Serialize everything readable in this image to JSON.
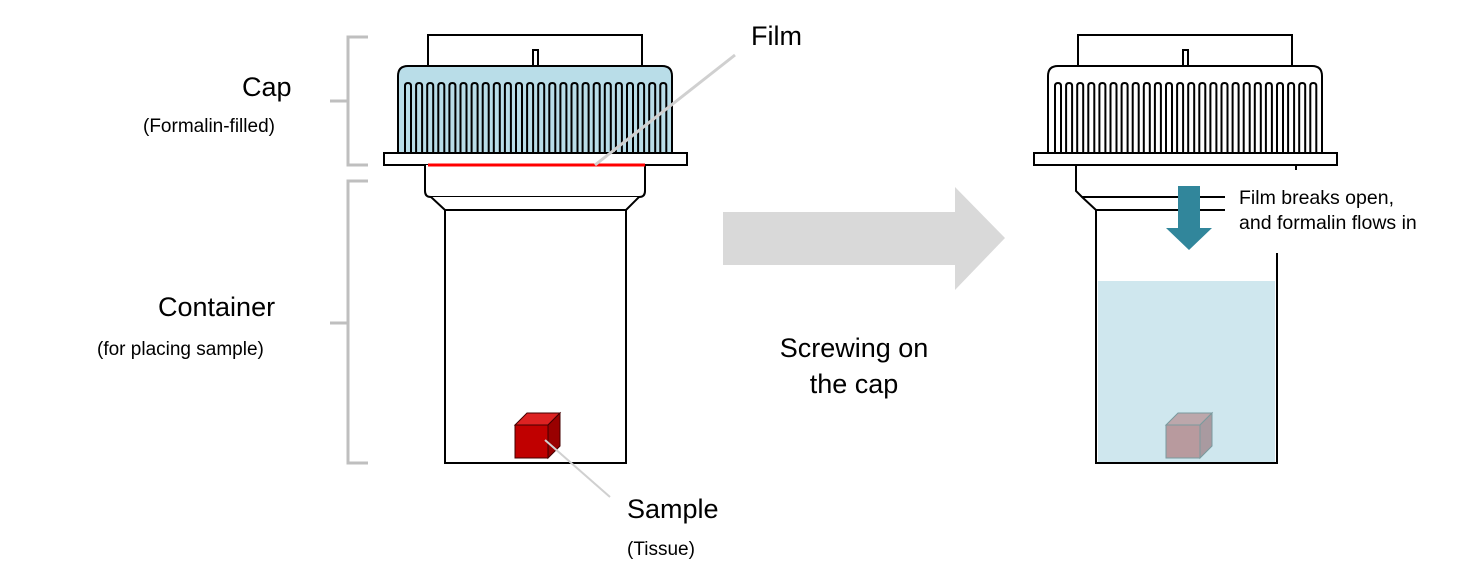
{
  "labels": {
    "cap": "Cap",
    "cap_note": "(Formalin-filled)",
    "container": "Container",
    "container_note": "(for placing sample)",
    "film": "Film",
    "sample": "Sample",
    "sample_note": "(Tissue)",
    "action_line1": "Screwing on",
    "action_line2": "the cap",
    "result_line1": "Film breaks open,",
    "result_line2": "and formalin flows in"
  },
  "colors": {
    "cap_fill": "#b9dde8",
    "film": "#ff0000",
    "formalin": "#cfe7ee",
    "sample": "#c00000",
    "sample_faded": "#b89a9e",
    "flow_arrow": "#31869b",
    "process_arrow": "#d9d9d9",
    "bracket": "#bfbfbf"
  }
}
